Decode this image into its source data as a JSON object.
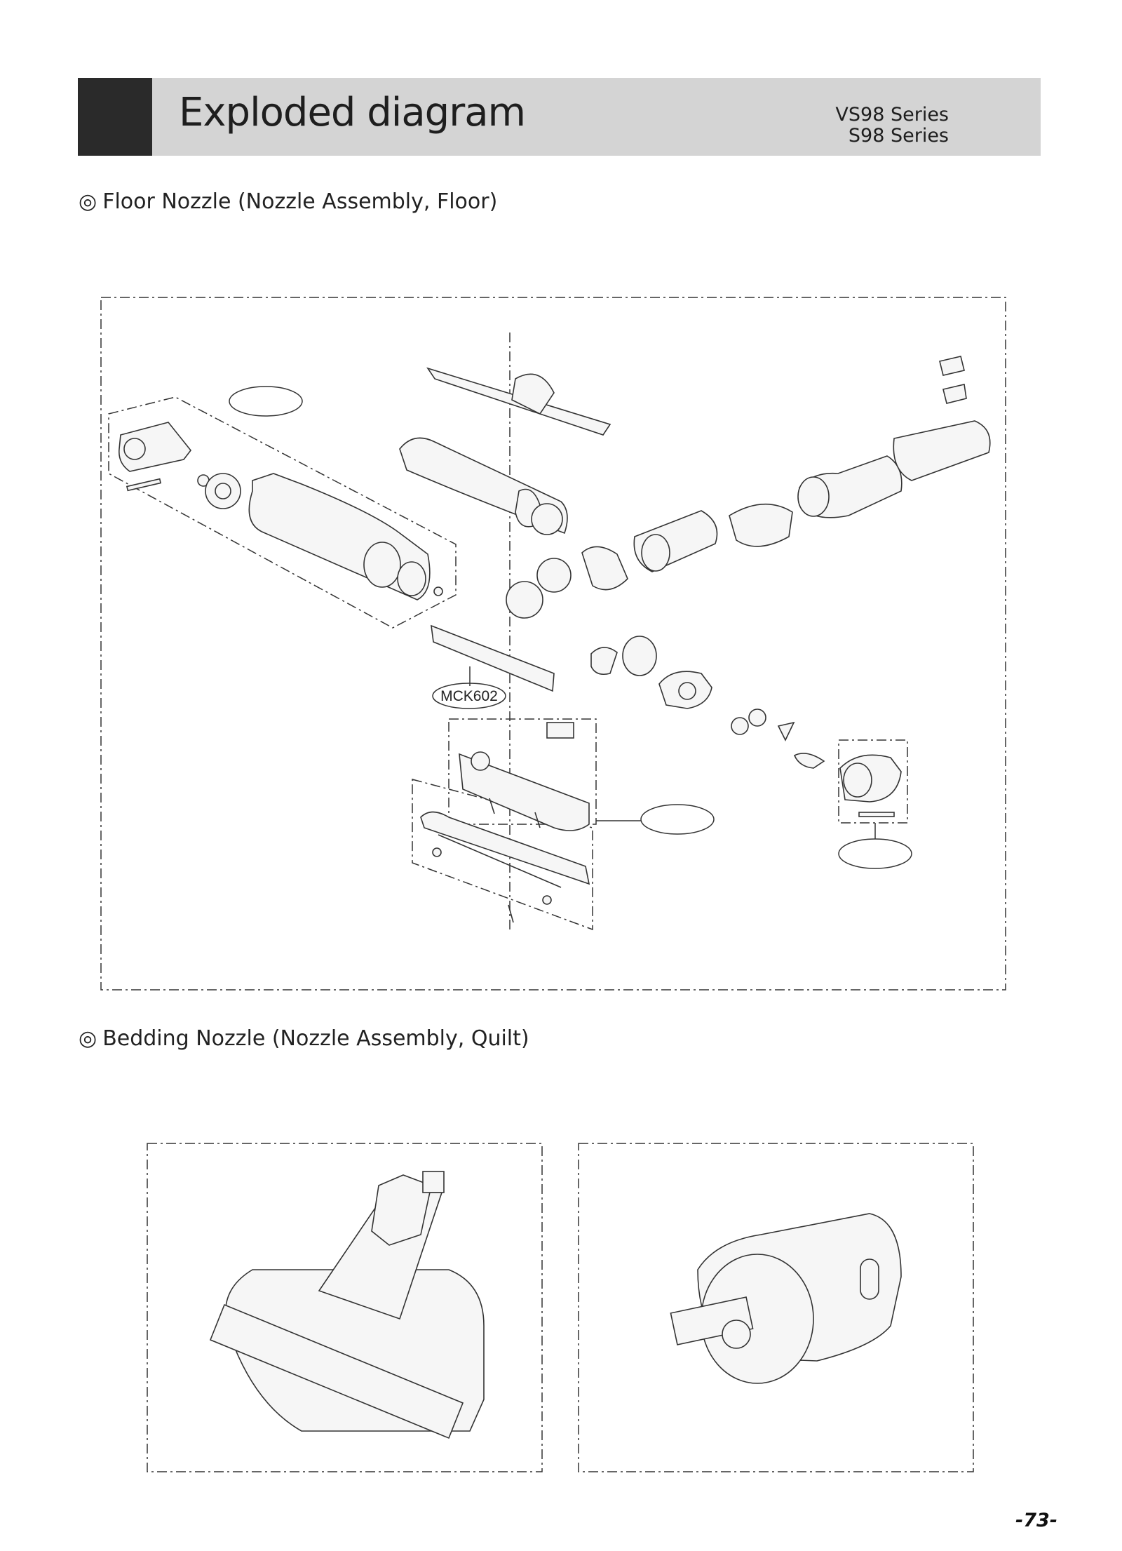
{
  "header": {
    "title": "Exploded diagram",
    "series": [
      "VS98 Series",
      "S98 Series"
    ]
  },
  "sections": [
    {
      "mark": "◎",
      "title": "Floor Nozzle (Nozzle Assembly, Floor)"
    },
    {
      "mark": "◎",
      "title": "Bedding Nozzle (Nozzle Assembly, Quilt)"
    }
  ],
  "floor_diagram": {
    "part_labels": [
      "MCK602"
    ]
  },
  "page_number": "-73-"
}
